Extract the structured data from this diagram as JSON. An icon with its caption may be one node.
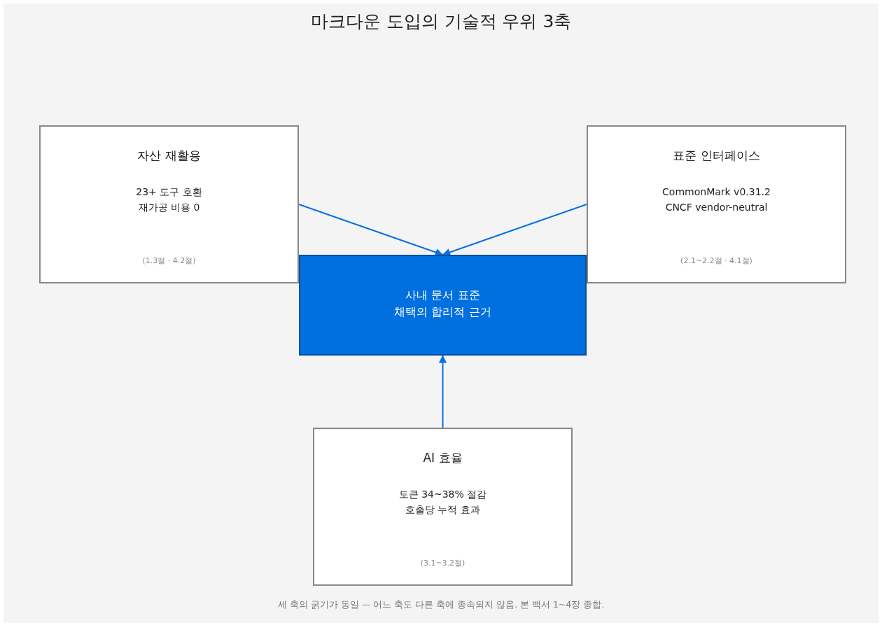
{
  "diagram": {
    "title": "마크다운 도입의 기술적 우위 3축",
    "caption": "세 축의 굵기가 동일 — 어느 축도 다른 축에 종속되지 않음. 본 백서 1~4장 종합.",
    "nodes": [
      {
        "text": [
          "자산 재활용",
          "23+ 도구 호환 재가공 비용 0",
          "(1.3절 · 4.2절)"
        ]
      },
      {
        "text": [
          "표준 인터페이스",
          "CommonMark v0.31.2 CNCF vendor-neutral",
          "(2.1~2.2절 · 4.1절)"
        ]
      },
      {
        "text": [
          "사내 문서 표준 채택의 합리적 근거"
        ]
      },
      {
        "text": [
          "AI 효율",
          "토큰 34~38% 절감 호출당 누적 효과",
          "(3.1~3.2절)"
        ]
      }
    ],
    "edges": [
      {
        "from": 0,
        "to": 2,
        "arrow": "to"
      },
      {
        "from": 1,
        "to": 2,
        "arrow": "to"
      },
      {
        "from": 3,
        "to": 2,
        "arrow": "to"
      }
    ]
  }
}
